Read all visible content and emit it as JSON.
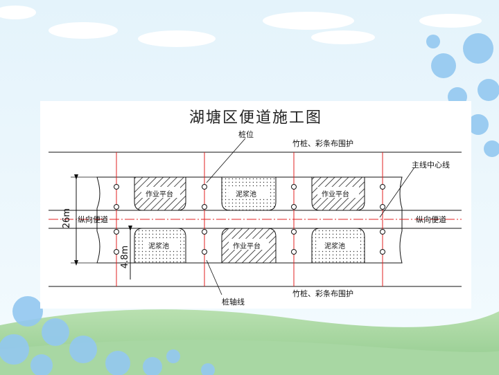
{
  "diagram": {
    "title": "湖塘区便道施工图",
    "labels": {
      "pile_position": "桩位",
      "fence_top": "竹桩、彩条布围护",
      "fence_bottom": "竹桩、彩条布围护",
      "main_centerline": "主线中心线",
      "road_left": "纵向便道",
      "road_right": "纵向便道",
      "pile_axis": "桩轴线",
      "dim_total": "26m",
      "dim_half": "4.8m"
    },
    "top_row": [
      "作业平台",
      "泥浆池",
      "作业平台"
    ],
    "bottom_row": [
      "泥浆池",
      "作业平台",
      "泥浆池"
    ]
  },
  "colors": {
    "sky": "#eaf6fc",
    "grass": "#9fd39a",
    "flower": "#8fc4ee",
    "centerline": "#e02020",
    "drawing": "#111111"
  }
}
